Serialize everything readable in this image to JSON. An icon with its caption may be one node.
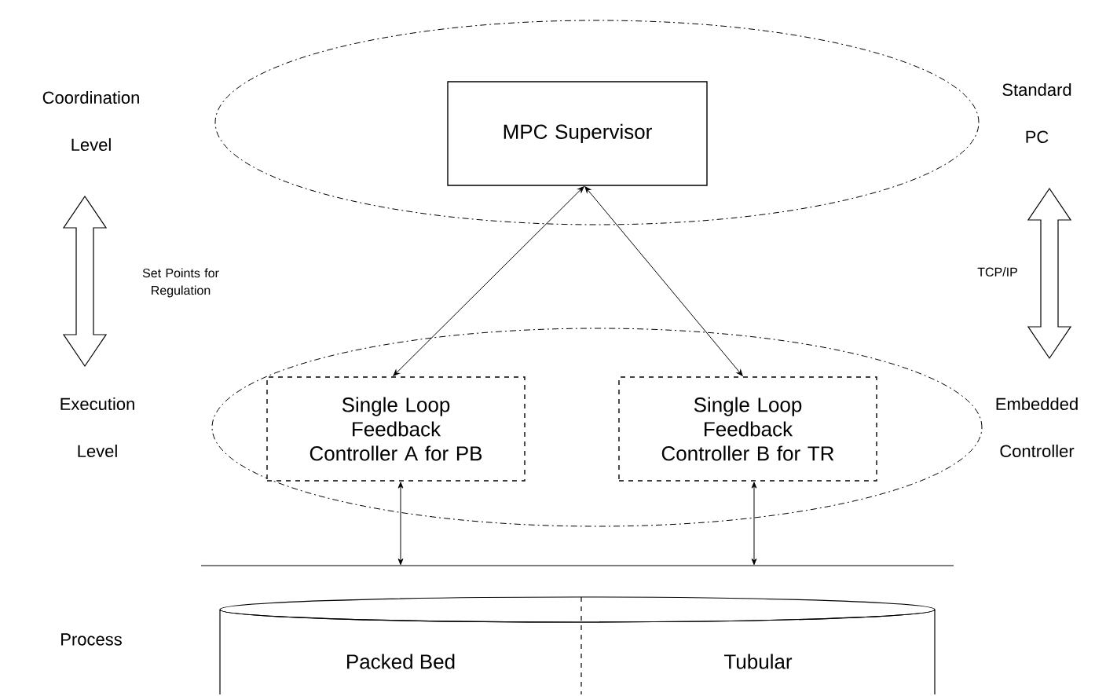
{
  "diagram": {
    "nodes": [
      {
        "text": [],
        "shape": "ellipse"
      },
      {
        "text": [
          "MPC Supervisor"
        ],
        "in": 0
      },
      {
        "text": [],
        "shape": "ellipse"
      },
      {
        "text": [
          "Single Loop Feedback Controller A for PB"
        ],
        "in": 2
      },
      {
        "text": [
          "Single Loop Feedback Controller B for TR"
        ],
        "in": 2
      },
      {
        "text": [],
        "shape": "bar"
      },
      {
        "text": [
          "Packed Bed",
          "Tubular"
        ]
      }
    ],
    "edges": [
      {
        "from": 1,
        "to": 3,
        "arrow": "both"
      },
      {
        "from": 1,
        "to": 4,
        "arrow": "both"
      },
      {
        "from": 3,
        "to": 5,
        "arrow": "both"
      },
      {
        "from": 4,
        "to": 5,
        "arrow": "both"
      }
    ],
    "labels": [
      "Coordination Level",
      "Standard PC",
      "Set Points for Regulation",
      "TCP/IP",
      "Execution Level",
      "Embedded Controller",
      "Process"
    ]
  }
}
